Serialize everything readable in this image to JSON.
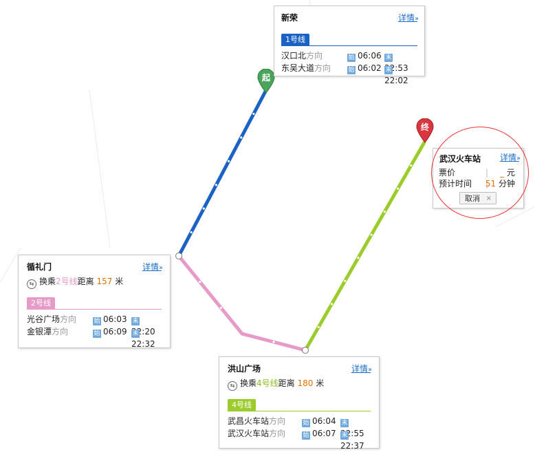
{
  "colors": {
    "line1": "#1b62c7",
    "line2": "#e79ac7",
    "line4": "#9ccc2c",
    "details_link": "#1a6fc9",
    "distance": "#e07000",
    "start_marker": "#4aa45c",
    "end_marker": "#d9363e",
    "highlight_circle": "#e33333"
  },
  "details_label": "详情",
  "direction_word": "方向",
  "start_tag": "始",
  "end_tag": "末",
  "transfer_word": "换乘",
  "distance_word": "距离",
  "meter_unit": "米",
  "markers": {
    "start_label": "起",
    "end_label": "终"
  },
  "stations": {
    "xinrong": {
      "name": "新荣",
      "line_badge": "1号线",
      "directions": [
        {
          "dest": "汉口北",
          "first": "06:06",
          "last": "22:53"
        },
        {
          "dest": "东吴大道",
          "first": "06:02",
          "last": "22:02"
        }
      ]
    },
    "xunlimen": {
      "name": "循礼门",
      "transfer_line": "2号线",
      "distance": "157",
      "line_badge": "2号线",
      "directions": [
        {
          "dest": "光谷广场",
          "first": "06:03",
          "last": "22:20"
        },
        {
          "dest": "金银潭",
          "first": "06:09",
          "last": "22:32"
        }
      ]
    },
    "hongshan": {
      "name": "洪山广场",
      "transfer_line": "4号线",
      "distance": "180",
      "line_badge": "4号线",
      "directions": [
        {
          "dest": "武昌火车站",
          "first": "06:04",
          "last": "22:55"
        },
        {
          "dest": "武汉火车站",
          "first": "06:07",
          "last": "22:37"
        }
      ]
    },
    "wuhan_station": {
      "name": "武汉火车站",
      "fare_label": "票价",
      "fare_value": "_",
      "fare_unit": "元",
      "time_label": "预计时间",
      "time_value": "51",
      "time_unit": "分钟",
      "cancel_label": "取消",
      "close_glyph": "×"
    }
  }
}
